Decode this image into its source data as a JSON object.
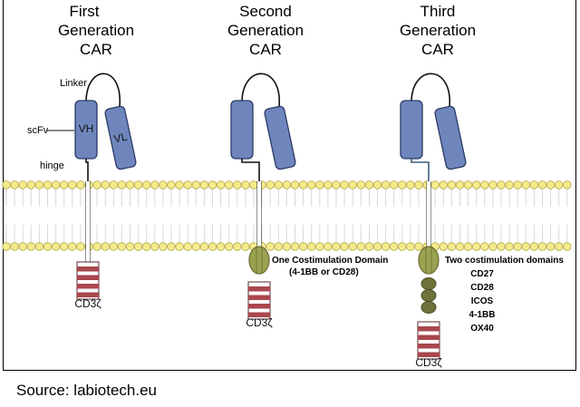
{
  "generations": [
    {
      "title_line1": "First",
      "title_line2": "Generation",
      "title_line3": "CAR",
      "costim_count": 0,
      "costim_caption_1": "",
      "costim_caption_2": ""
    },
    {
      "title_line1": "Second",
      "title_line2": "Generation",
      "title_line3": "CAR",
      "costim_count": 1,
      "costim_caption_1": "One Costimulation Domain",
      "costim_caption_2": "(4-1BB or CD28)"
    },
    {
      "title_line1": "Third",
      "title_line2": "Generation",
      "title_line3": "CAR",
      "costim_count": 2,
      "costim_caption_1": "Two costimulation domains",
      "costim_caption_2": ""
    }
  ],
  "labels": {
    "linker": "Linker",
    "scfv": "scFv",
    "hinge": "hinge",
    "vh": "VH",
    "vl": "VL",
    "cd3z": "CD3ζ"
  },
  "costim_options": [
    "CD27",
    "CD28",
    "ICOS",
    "4-1BB",
    "OX40"
  ],
  "colors": {
    "domain_fill": "#6f86bd",
    "domain_stroke": "#2b3a66",
    "membrane_bead": "#f3ec8c",
    "membrane_stroke": "#b8a94a",
    "costim_fill": "#9aa24f",
    "costim_dark": "#6a6c35",
    "cd3z_red": "#a9474d"
  },
  "source": "Source: labiotech.eu"
}
